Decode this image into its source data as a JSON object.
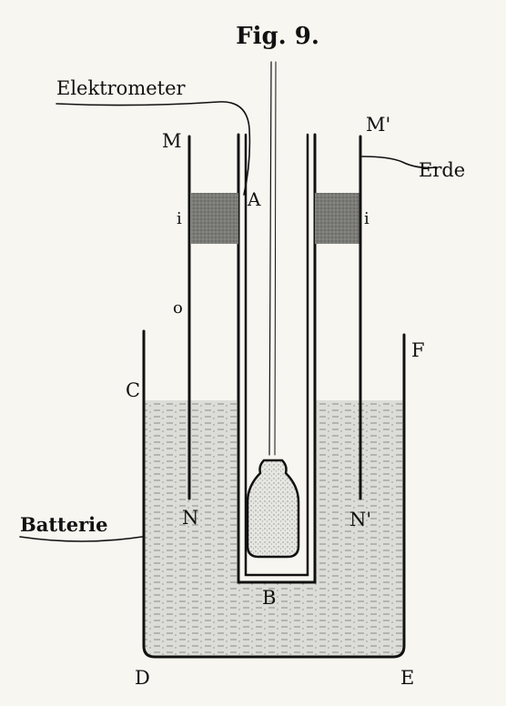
{
  "figure": {
    "title": "Fig. 9."
  },
  "labels": {
    "elektrometer": "Elektrometer",
    "erde": "Erde",
    "batterie": "Batterie",
    "M": "M",
    "M_prime": "M'",
    "A": "A",
    "i_left": "i",
    "i_right": "i",
    "o": "o",
    "C": "C",
    "F": "F",
    "N": "N",
    "N_prime": "N'",
    "B": "B",
    "D": "D",
    "E": "E"
  },
  "colors": {
    "ink": "#111111",
    "paper": "#f7f6f1",
    "liquid": "#d6d6d2",
    "insulator": "#7d7d7a"
  }
}
